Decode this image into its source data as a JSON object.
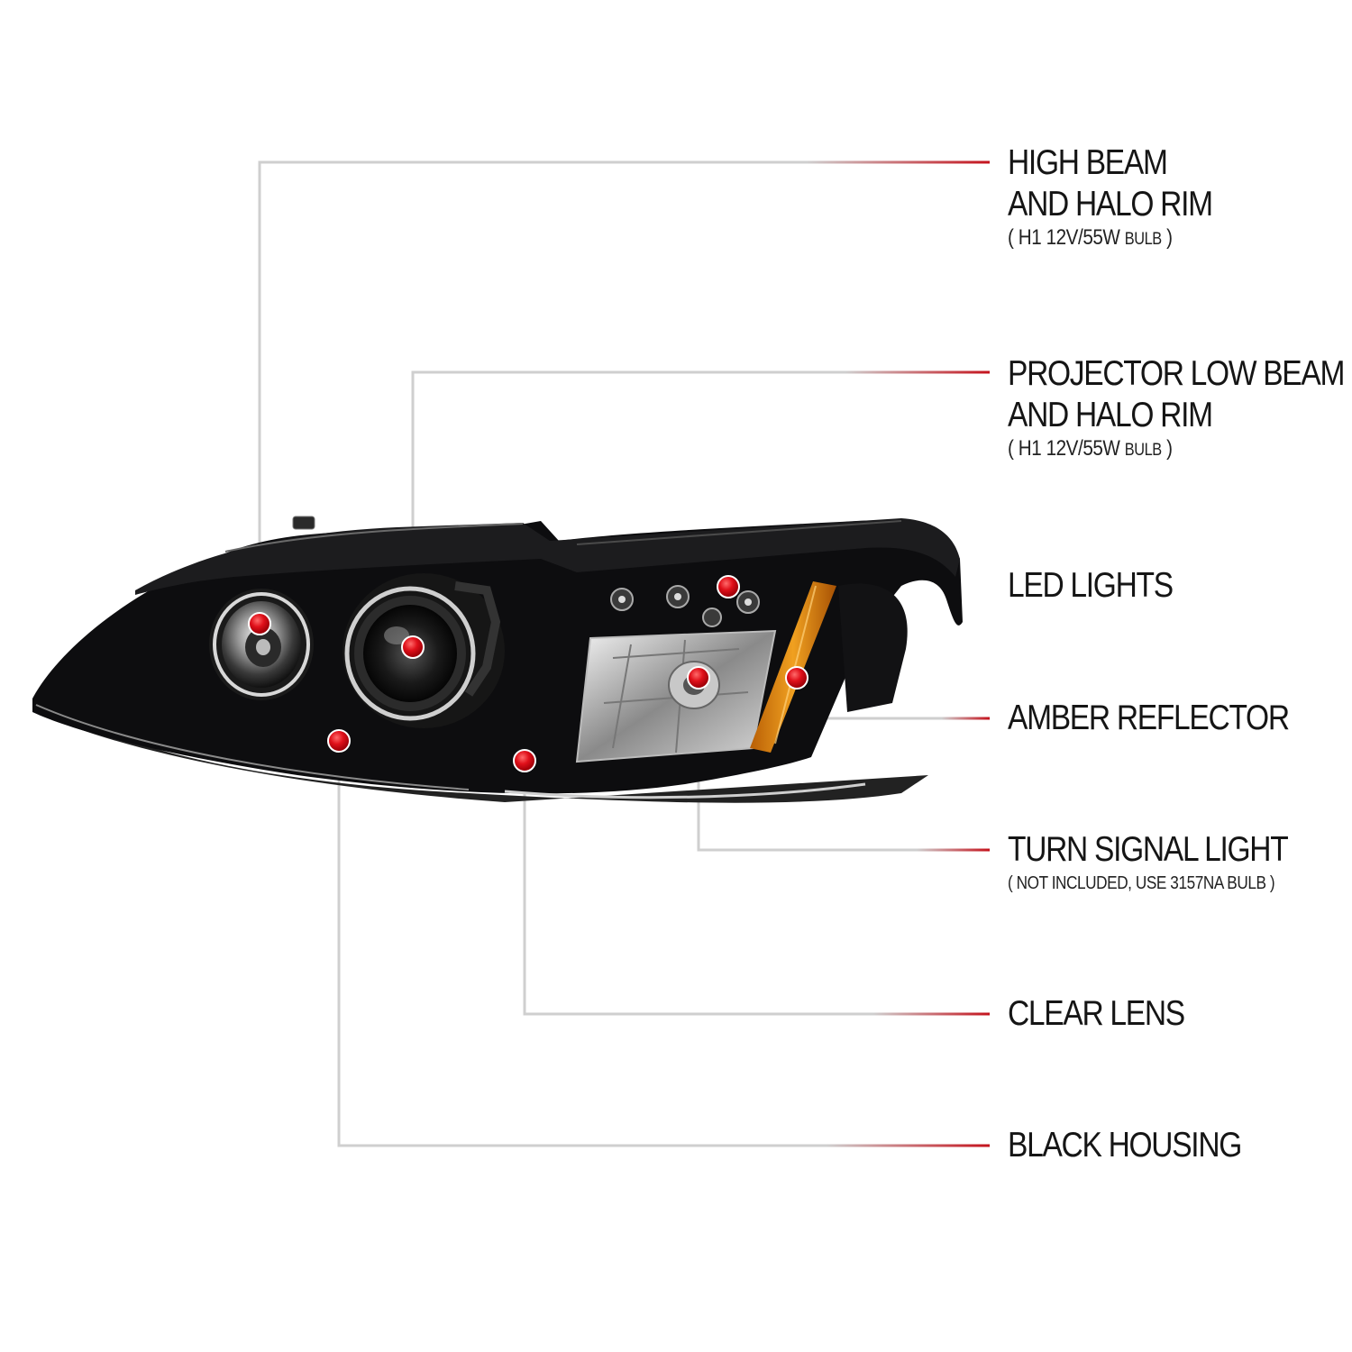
{
  "callouts": [
    {
      "id": "high-beam",
      "title": [
        "HIGH BEAM",
        "AND HALO RIM"
      ],
      "sub": {
        "main": "H1 12V/55W",
        "small": "BULB"
      }
    },
    {
      "id": "projector-low-beam",
      "title": [
        "PROJECTOR LOW BEAM",
        "AND HALO RIM"
      ],
      "sub": {
        "main": "H1  12V/55W",
        "small": "BULB"
      }
    },
    {
      "id": "led-lights",
      "title": [
        "LED LIGHTS"
      ]
    },
    {
      "id": "amber-reflector",
      "title": [
        "AMBER REFLECTOR"
      ]
    },
    {
      "id": "turn-signal",
      "title": [
        "TURN SIGNAL LIGHT"
      ],
      "sub": {
        "main": "NOT INCLUDED, USE  3157NA  BULB"
      }
    },
    {
      "id": "clear-lens",
      "title": [
        "CLEAR LENS"
      ]
    },
    {
      "id": "black-housing",
      "title": [
        "BLACK HOUSING"
      ]
    }
  ],
  "colors": {
    "marker": "#e0101a",
    "line_gray": "#c9c9c9",
    "line_red": "#c4121c",
    "housing": "#0d0d0f",
    "amber": "#e08a10",
    "text": "#151515"
  },
  "icons": [
    "red-dot-marker"
  ]
}
